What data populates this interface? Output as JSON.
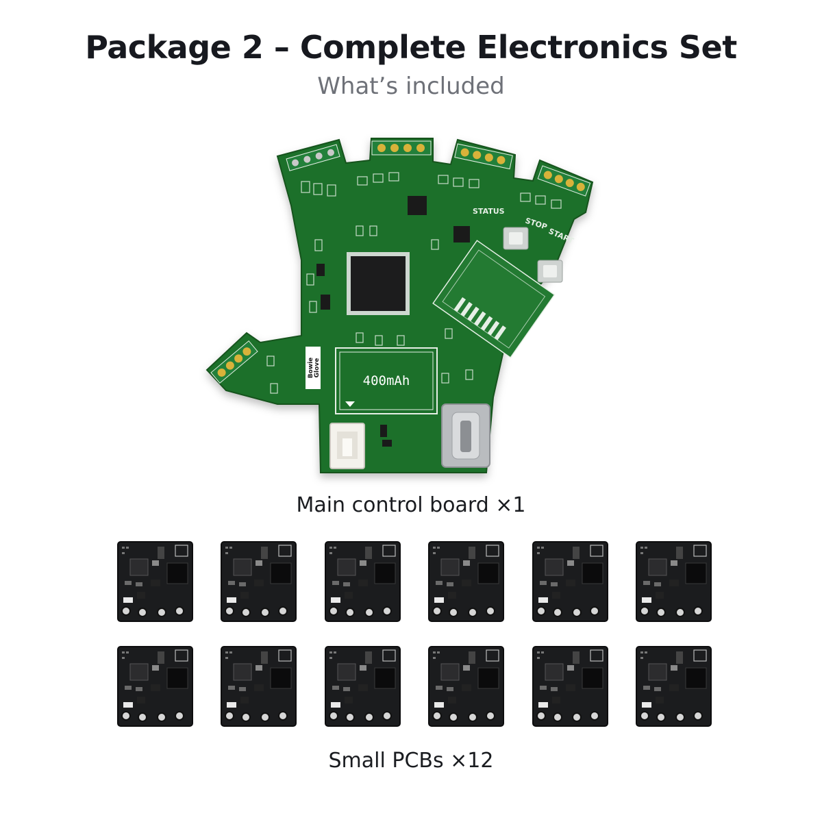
{
  "header": {
    "title": "Package 2 – Complete Electronics Set",
    "subtitle": "What’s included"
  },
  "main_board": {
    "caption": "Main control board ×1",
    "battery_label": "400mAh",
    "brand_label_line1": "Bowie",
    "brand_label_line2": "Glove",
    "status_label": "STATUS",
    "stop_label": "STOP",
    "start_label": "START",
    "colors": {
      "pcb": "#1e6f2a",
      "pcb_edge": "#15521f",
      "silk": "#e6efe6",
      "pad": "#d8b23a"
    }
  },
  "small_pcbs": {
    "caption": "Small PCBs ×12",
    "count": 12,
    "rows": 2,
    "per_row": 6,
    "colors": {
      "pcb": "#1b1c1e"
    }
  }
}
